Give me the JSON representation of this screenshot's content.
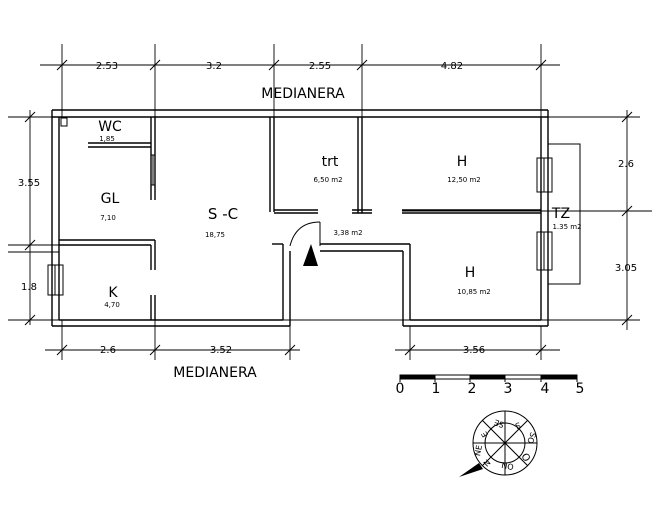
{
  "labels": {
    "party_wall_top": "MEDIANERA",
    "party_wall_bottom": "MEDIANERA"
  },
  "rooms": [
    {
      "name": "WC",
      "area": "1,85"
    },
    {
      "name": "GL",
      "area": "7,10"
    },
    {
      "name": "S -C",
      "area": "18,75"
    },
    {
      "name": "trt",
      "area": "6,50 m2"
    },
    {
      "name": "H",
      "area": "12,50 m2"
    },
    {
      "name": "TZ",
      "area": "1.35 m2"
    },
    {
      "name": "H",
      "area": "10,85 m2"
    },
    {
      "name": "K",
      "area": "4,70"
    },
    {
      "name": "",
      "area": "3,38 m2"
    }
  ],
  "dimensions": {
    "top": [
      "2.53",
      "3.2",
      "2.55",
      "4.82"
    ],
    "left": [
      "3.55",
      "1.8"
    ],
    "right": [
      "2.6",
      "3.05"
    ],
    "bottom_left": [
      "2.6",
      "3.52"
    ],
    "bottom_right": [
      "3.56"
    ]
  },
  "scale_bar": {
    "ticks": [
      "0",
      "1",
      "2",
      "3",
      "4",
      "5"
    ]
  },
  "compass": {
    "directions": [
      "N",
      "NE",
      "E",
      "SE",
      "S",
      "SO",
      "O",
      "NO"
    ]
  }
}
